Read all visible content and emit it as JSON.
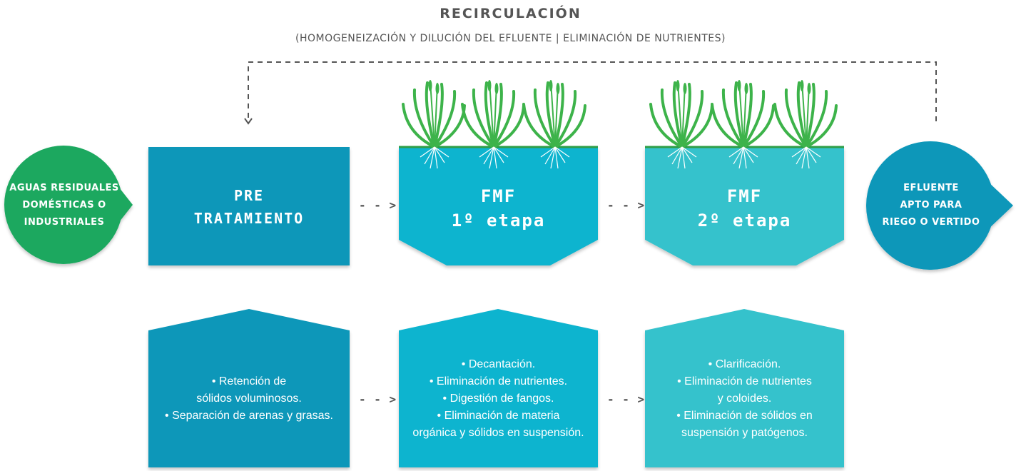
{
  "recirculation": {
    "title": "RECIRCULACIÓN",
    "subtitle": "(HOMOGENEIZACIÓN Y DILUCIÓN DEL EFLUENTE | ELIMINACIÓN DE NUTRIENTES)"
  },
  "input_bubble": {
    "lines": [
      "AGUAS RESIDUALES",
      "DOMÉSTICAS O",
      "INDUSTRIALES"
    ],
    "color": "#1aa85e"
  },
  "output_bubble": {
    "lines": [
      "EFLUENTE",
      "APTO PARA",
      "RIEGO O VERTIDO"
    ],
    "color": "#0897b9"
  },
  "stages": [
    {
      "label_lines": [
        "PRE",
        "TRATAMIENTO"
      ],
      "color": "#0897b9",
      "description": [
        "• Retención de",
        "sólidos voluminosos.",
        "• Separación de arenas y grasas."
      ]
    },
    {
      "label_lines": [
        "FMF",
        "1º etapa"
      ],
      "color": "#0cb4cf",
      "description": [
        "• Decantación.",
        "• Eliminación de nutrientes.",
        "• Digestión de fangos.",
        "• Eliminación de materia",
        "orgánica y sólidos en suspensión."
      ]
    },
    {
      "label_lines": [
        "FMF",
        "2º etapa"
      ],
      "color": "#36c2cc",
      "description": [
        "• Clarificación.",
        "• Eliminación de nutrientes",
        "y coloides.",
        "• Eliminación de sólidos en",
        "suspensión y patógenos."
      ]
    }
  ],
  "arrow_glyph": "- - >",
  "colors": {
    "text_gray": "#555555",
    "plant_green": "#3db34a",
    "waterline_green": "#2e9e46"
  },
  "icons": [
    "reed-plant-icon",
    "dashed-arrow-icon",
    "recirculation-loop-arrow-icon"
  ]
}
